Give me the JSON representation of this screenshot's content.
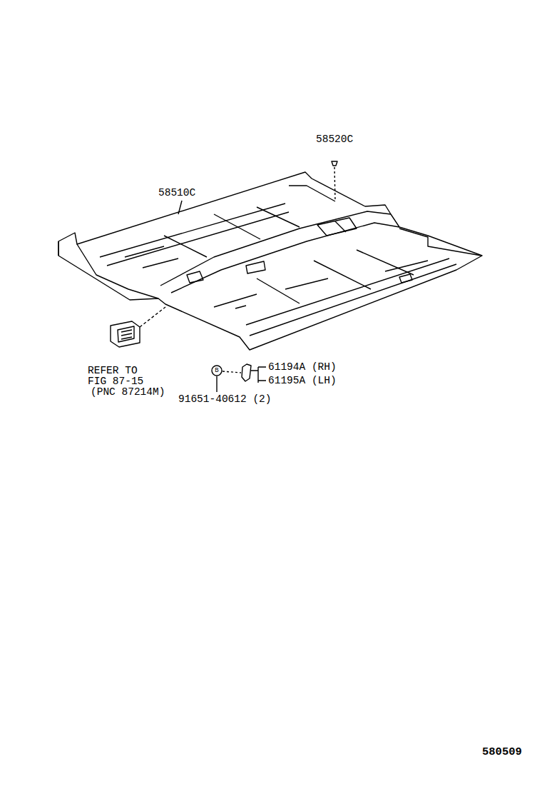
{
  "diagram": {
    "labels": [
      "58520C",
      "58510C",
      "REFER TO",
      "FIG 87-15",
      "(PNC 87214M)",
      "61194A (RH)",
      "61195A (LH)",
      "B",
      "91651-40612 (2)",
      "580509"
    ]
  }
}
